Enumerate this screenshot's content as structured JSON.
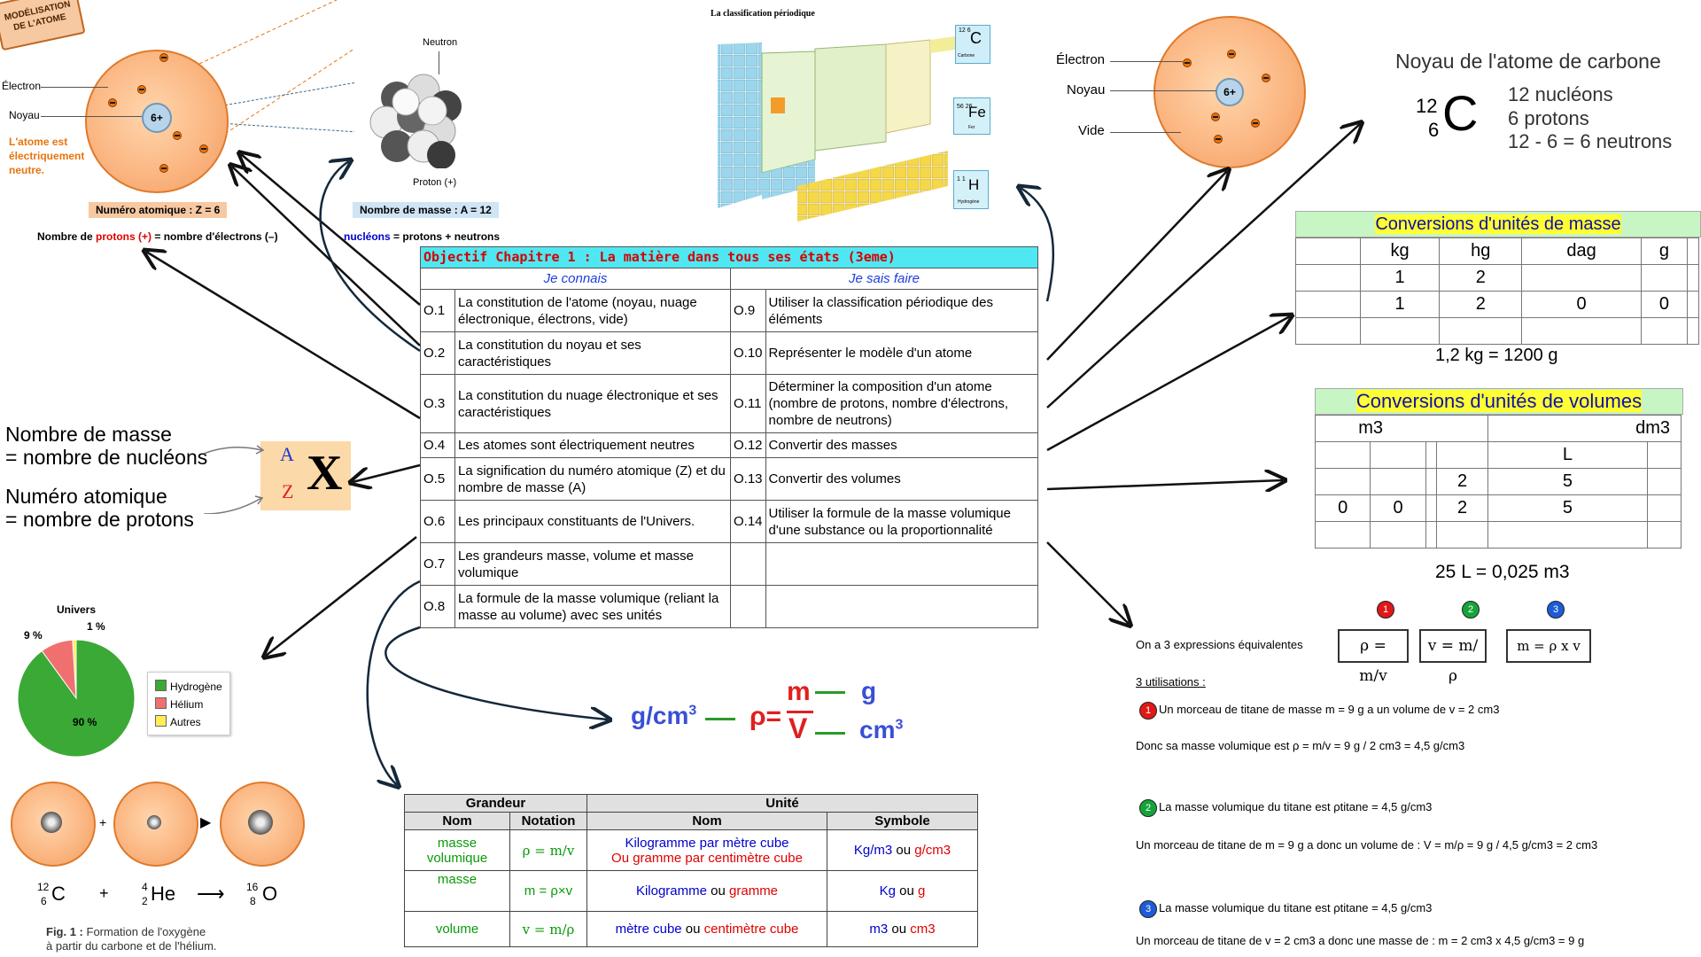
{
  "tag": "MODÉLISATION DE L'ATOME",
  "atom_left": {
    "electron_label": "Électron",
    "nucleus_label": "Noyau",
    "nucleus_charge": "6+",
    "neutral_note": "L'atome est électriquement neutre.",
    "atomic_number": "Numéro atomique : Z = 6",
    "equality": "Nombre de protons (+) = nombre d'électrons (–)",
    "equality_a": "Nombre de ",
    "equality_b": "protons (+)",
    "equality_c": " = nombre d'électrons (–)"
  },
  "nucleus_img": {
    "neutron_label": "Neutron",
    "proton_label": "Proton (+)",
    "mass_number": "Nombre de masse : A = 12",
    "nucleons_a": "nucléons",
    "nucleons_b": " = protons + neutrons"
  },
  "periodic": {
    "title": "La classification périodique",
    "cards": [
      {
        "sym": "C",
        "num": "12 6",
        "name": "Carbone"
      },
      {
        "sym": "Fe",
        "num": "56 26",
        "name": "Fer"
      },
      {
        "sym": "H",
        "num": "1 1",
        "name": "Hydrogène"
      }
    ]
  },
  "atom_right": {
    "electron_label": "Électron",
    "nucleus_label": "Noyau",
    "void_label": "Vide",
    "nucleus_charge": "6+"
  },
  "carbon": {
    "title": "Noyau de l'atome de carbone",
    "mass": "12",
    "z": "6",
    "sym": "C",
    "l1": "12 nucléons",
    "l2": "6 protons",
    "l3": "12 - 6 = 6 neutrons"
  },
  "mass_conv": {
    "title": "Conversions d'unités de masse",
    "headers": [
      "kg",
      "hg",
      "dag",
      "g"
    ],
    "row1": [
      "1",
      "2",
      "",
      ""
    ],
    "row2": [
      "1",
      "2",
      "0",
      "0"
    ],
    "result": "1,2 kg = 1200 g"
  },
  "vol_conv": {
    "title": "Conversions d'unités de volumes",
    "h1": "m3",
    "h2": "dm3",
    "h3": "L",
    "row1": [
      "",
      "",
      "2",
      "5"
    ],
    "row2": [
      "0",
      "0",
      "2",
      "5"
    ],
    "result": "25 L = 0,025 m3"
  },
  "objectives": {
    "title": "Objectif Chapitre 1 : La matière dans tous ses états (3eme)",
    "col_left": "Je connais",
    "col_right": "Je sais faire",
    "rows": [
      {
        "c1": "O.1",
        "t1": "La constitution de l'atome (noyau, nuage électronique, électrons, vide)",
        "c2": "O.9",
        "t2": "Utiliser la classification périodique des éléments"
      },
      {
        "c1": "O.2",
        "t1": "La constitution du noyau et ses caractéristiques",
        "c2": "O.10",
        "t2": "Représenter le modèle d'un atome"
      },
      {
        "c1": "O.3",
        "t1": "La constitution du nuage électronique et ses caractéristiques",
        "c2": "O.11",
        "t2": "Déterminer la composition d'un atome (nombre de protons, nombre d'électrons, nombre de neutrons)"
      },
      {
        "c1": "O.4",
        "t1": "Les atomes sont électriquement neutres",
        "c2": "O.12",
        "t2": "Convertir des masses"
      },
      {
        "c1": "O.5",
        "t1": "La signification du numéro atomique (Z) et du nombre de masse (A)",
        "c2": "O.13",
        "t2": "Convertir des volumes"
      },
      {
        "c1": "O.6",
        "t1": "Les principaux constituants de l'Univers.",
        "c2": "O.14",
        "t2": "Utiliser la formule de la masse volumique d'une substance ou la proportionnalité"
      },
      {
        "c1": "O.7",
        "t1": "Les grandeurs masse, volume et masse volumique",
        "c2": "",
        "t2": ""
      },
      {
        "c1": "O.8",
        "t1": "La formule de la masse volumique (reliant la masse au volume) avec ses unités",
        "c2": "",
        "t2": ""
      }
    ]
  },
  "notation": {
    "mass_text": "Nombre de masse",
    "nucleons_text": "= nombre de nucléons",
    "z_text": "Numéro atomique",
    "protons_text": "= nombre de protons",
    "A": "A",
    "Z": "Z",
    "X": "X"
  },
  "universe": {
    "title": "Univers",
    "p_he": "9 %",
    "p_other": "1 %",
    "p_h": "90 %",
    "legend": [
      "Hydrogène",
      "Hélium",
      "Autres"
    ],
    "colors": [
      "#3aa935",
      "#f07070",
      "#ffee55"
    ],
    "values": [
      90,
      9,
      1
    ]
  },
  "fusion": {
    "eq_c": "C",
    "eq_c_mass": "12",
    "eq_c_z": "6",
    "eq_he": "He",
    "eq_he_mass": "4",
    "eq_he_z": "2",
    "eq_o": "O",
    "eq_o_mass": "16",
    "eq_o_z": "8",
    "plus": "+",
    "arrow": "⟶",
    "caption_bold": "Fig. 1 :",
    "caption": " Formation de l'oxygène",
    "caption2": "à partir du carbone et de l'hélium."
  },
  "density_formula": {
    "unit_left": "g/cm3",
    "rho": "ρ=",
    "m": "m",
    "V": "V",
    "g": "g",
    "cm3": "cm3"
  },
  "units_table": {
    "h_grandeur": "Grandeur",
    "h_unite": "Unité",
    "h_nom": "Nom",
    "h_notation": "Notation",
    "h_nom2": "Nom",
    "h_symbole": "Symbole",
    "rows": [
      {
        "grandeur": "masse volumique",
        "notation": "ρ = m/v",
        "nom_a": "Kilogramme par mètre cube",
        "nom_b": "Ou gramme par centimètre cube",
        "sym_a": "Kg/m3",
        "sym_mid": " ou ",
        "sym_b": "g/cm3"
      },
      {
        "grandeur": "masse",
        "notation": "m = ρ×v",
        "nom_a": "Kilogramme",
        "nom_mid": " ou ",
        "nom_b": "gramme",
        "sym_a": "Kg",
        "sym_mid": " ou ",
        "sym_b": "g"
      },
      {
        "grandeur": "volume",
        "notation": "v = m/ρ",
        "nom_a": "mètre cube",
        "nom_mid": " ou ",
        "nom_b": "centimètre cube",
        "sym_a": "m3",
        "sym_mid": " ou ",
        "sym_b": "cm3"
      }
    ]
  },
  "expressions": {
    "intro": "On a 3 expressions équivalentes",
    "f1": "ρ = m/v",
    "f2": "v = m/ρ",
    "f3": "m = ρ x v",
    "n1": "1",
    "n2": "2",
    "n3": "3",
    "uses": "3 utilisations :",
    "u1": "Un morceau de titane de masse m = 9 g a un volume de v = 2 cm3",
    "u1b": "Donc sa masse volumique est ρ = m/v = 9 g / 2 cm3 = 4,5 g/cm3",
    "u2": "La masse volumique du titane est ρtitane = 4,5 g/cm3",
    "u2b": "Un morceau de titane de m = 9 g a donc un volume de : V = m/ρ = 9 g / 4,5 g/cm3 = 2 cm3",
    "u3": "La masse volumique du titane est ρtitane = 4,5 g/cm3",
    "u3b": "Un morceau de titane de v = 2 cm3 a donc une masse de : m = 2 cm3 x 4,5 g/cm3 = 9 g"
  }
}
